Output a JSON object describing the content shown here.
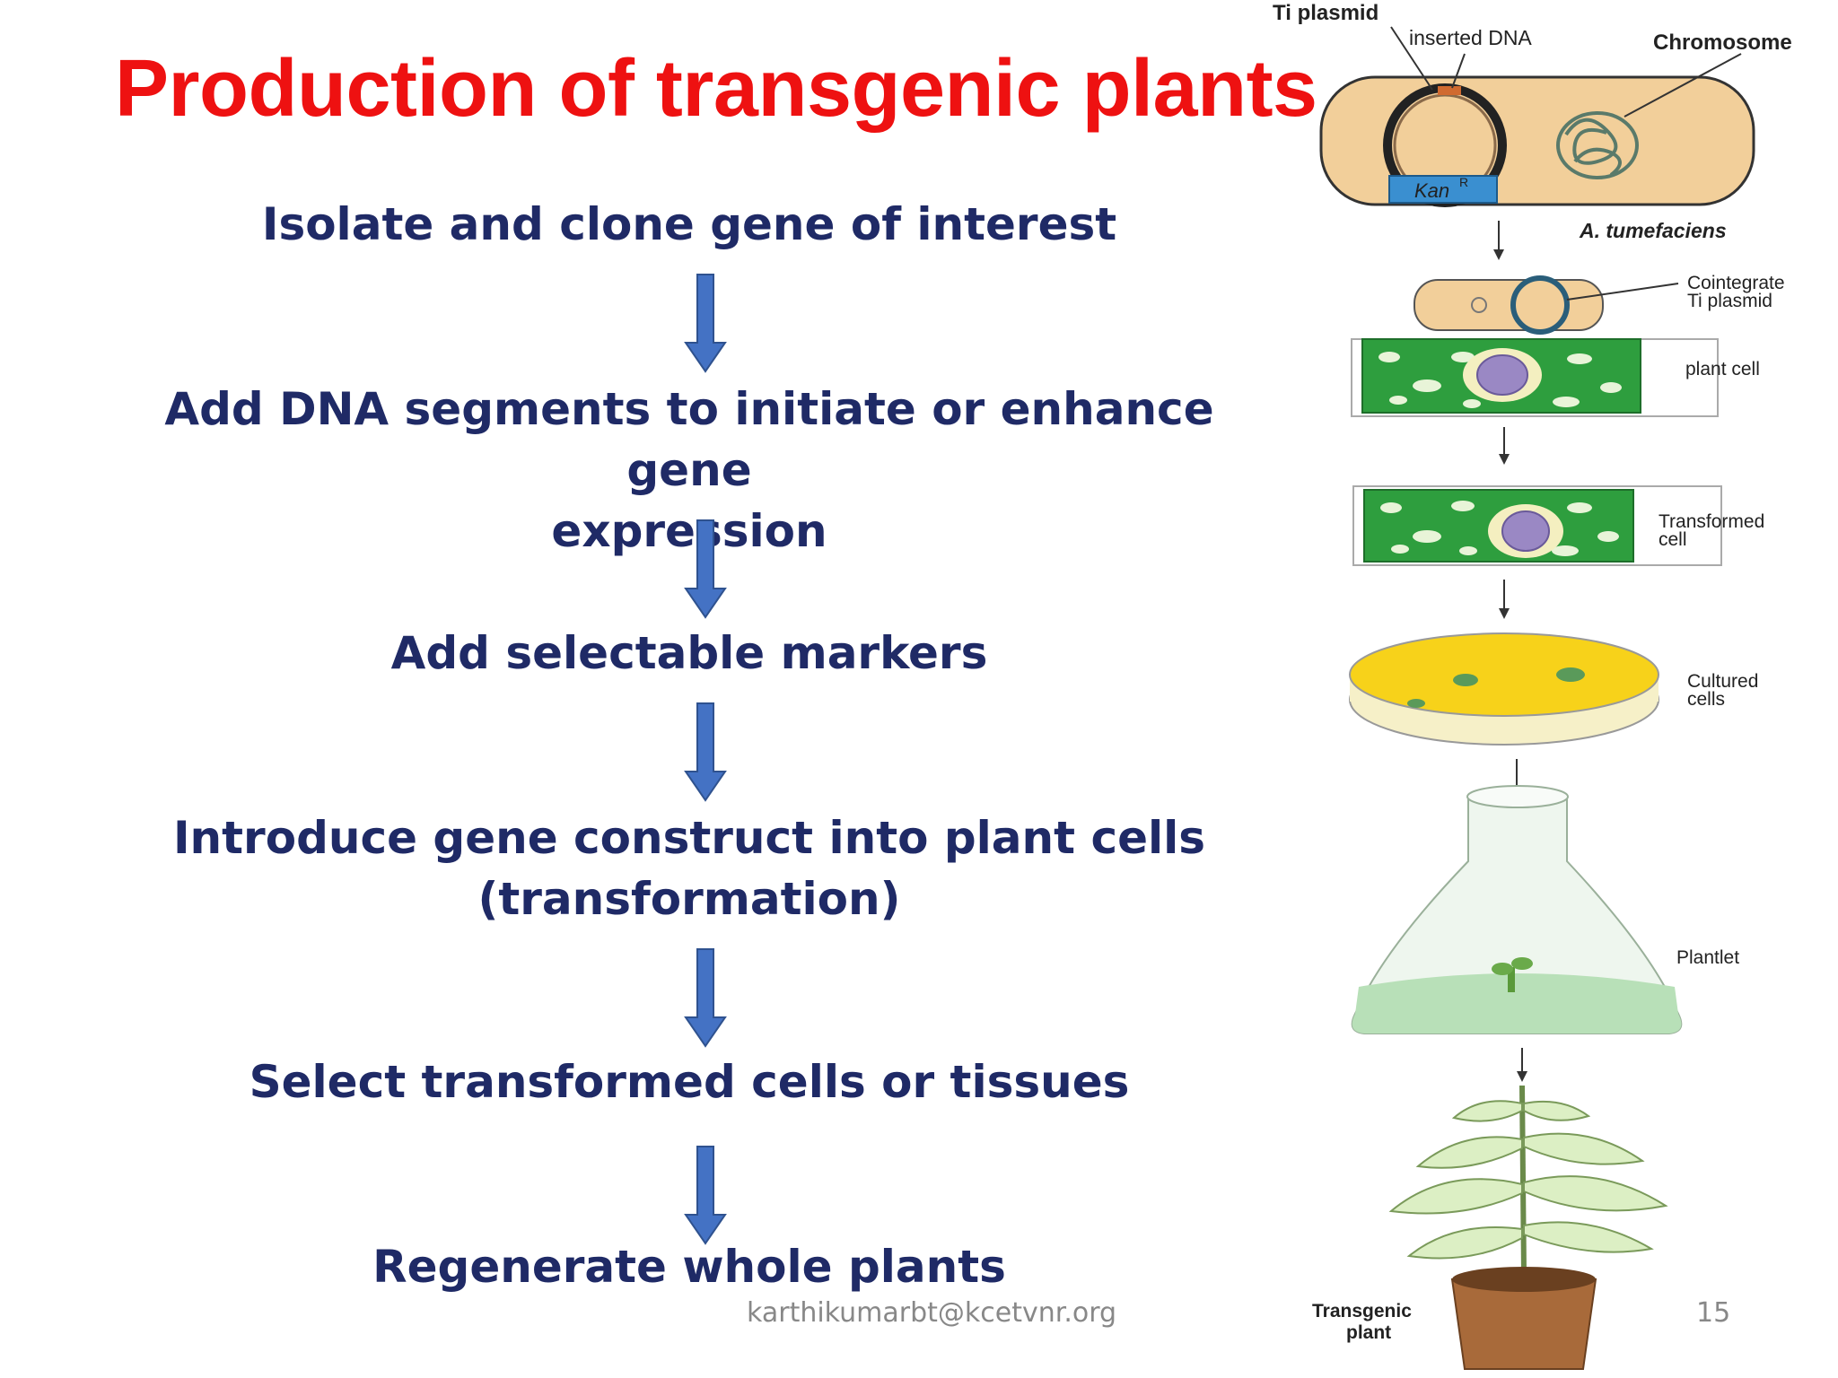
{
  "slide": {
    "title": "Production of transgenic plants",
    "steps": [
      {
        "lines": [
          "Isolate and clone gene of interest"
        ]
      },
      {
        "lines": [
          "Add DNA segments to initiate or enhance gene",
          "expression"
        ]
      },
      {
        "lines": [
          "Add selectable markers"
        ]
      },
      {
        "lines": [
          "Introduce gene construct  into plant cells",
          "(transformation)"
        ]
      },
      {
        "lines": [
          "Select transformed cells or tissues"
        ]
      },
      {
        "lines": [
          "Regenerate whole plants"
        ]
      }
    ],
    "footer_email": "karthikumarbt@kcetvnr.org",
    "page_number": "15"
  },
  "diagram": {
    "labels": {
      "ti_plasmid": "Ti plasmid",
      "inserted_dna": "inserted DNA",
      "chromosome": "Chromosome",
      "kan": "Kan",
      "kan_sup": "R",
      "a_tumefaciens": "A. tumefaciens",
      "cointegrate_1": "Cointegrate",
      "cointegrate_2": "Ti plasmid",
      "plant_cell": "plant cell",
      "transformed_1": "Transformed",
      "transformed_2": "cell",
      "cultured_1": "Cultured",
      "cultured_2": "cells",
      "plantlet": "Plantlet",
      "transgenic_1": "Transgenic",
      "transgenic_2": "plant"
    },
    "colors": {
      "title_red": "#ee1111",
      "step_text": "#1f2a66",
      "arrow_blue": "#4472c4",
      "bacterium": "#f2cf9a",
      "plant_green": "#2e9e3e",
      "medium_yellow": "#f7d21a"
    }
  }
}
